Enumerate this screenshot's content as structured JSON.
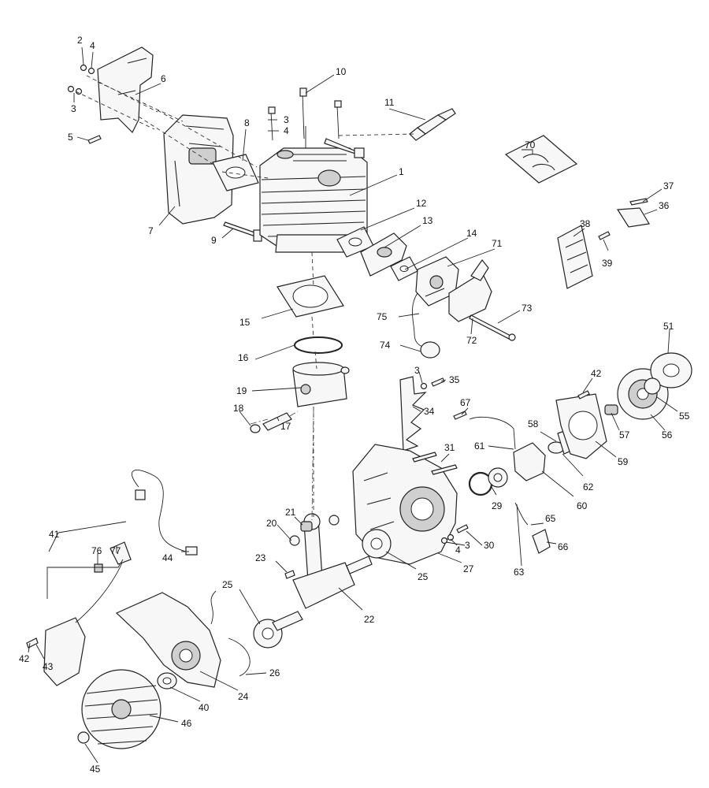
{
  "callouts": [
    "2",
    "4",
    "3",
    "5",
    "6",
    "7",
    "8",
    "9",
    "10",
    "3",
    "4",
    "11",
    "1",
    "12",
    "13",
    "14",
    "71",
    "70",
    "37",
    "36",
    "38",
    "39",
    "15",
    "75",
    "73",
    "72",
    "74",
    "16",
    "19",
    "18",
    "17",
    "3",
    "35",
    "34",
    "51",
    "42",
    "55",
    "56",
    "57",
    "59",
    "58",
    "67",
    "62",
    "61",
    "60",
    "31",
    "29",
    "21",
    "20",
    "23",
    "22",
    "25",
    "25",
    "44",
    "41",
    "76",
    "77",
    "42",
    "43",
    "46",
    "45",
    "40",
    "24",
    "26",
    "30",
    "4",
    "3",
    "27",
    "63",
    "65",
    "66"
  ]
}
